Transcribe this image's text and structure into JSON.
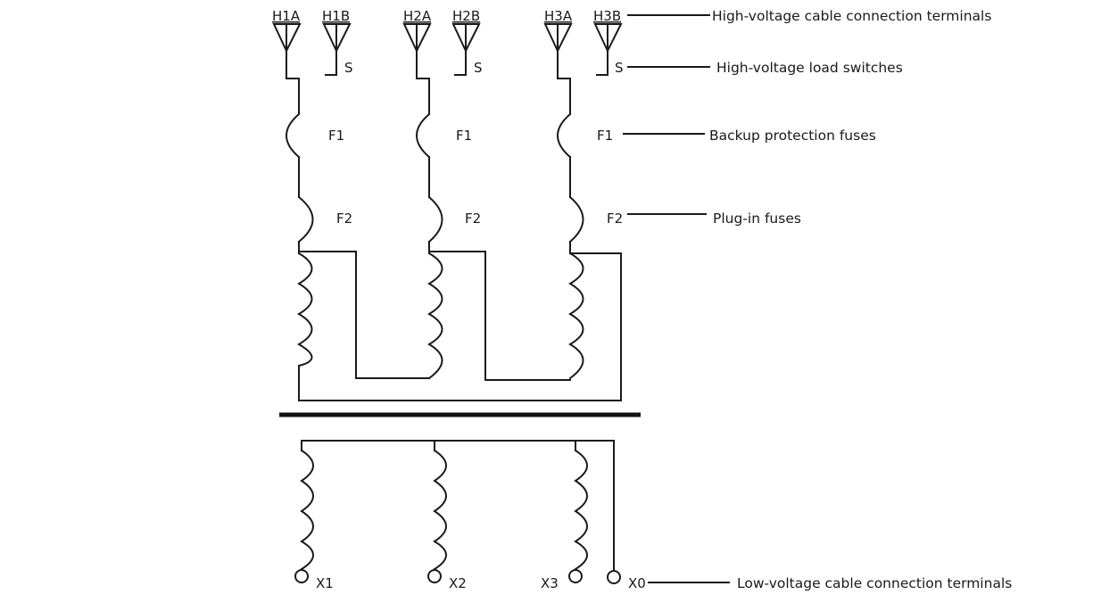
{
  "terminals": {
    "h1a": "H1A",
    "h1b": "H1B",
    "h2a": "H2A",
    "h2b": "H2B",
    "h3a": "H3A",
    "h3b": "H3B"
  },
  "components": {
    "switch": "S",
    "fuse_backup": "F1",
    "fuse_plugin": "F2"
  },
  "secondary": {
    "x1": "X1",
    "x2": "X2",
    "x3": "X3",
    "x0": "X0"
  },
  "annotations": {
    "hv_terminals": "High-voltage cable connection terminals",
    "hv_switches": "High-voltage load switches",
    "backup_fuses": "Backup protection fuses",
    "plugin_fuses": "Plug-in fuses",
    "lv_terminals": "Low-voltage cable connection terminals"
  }
}
